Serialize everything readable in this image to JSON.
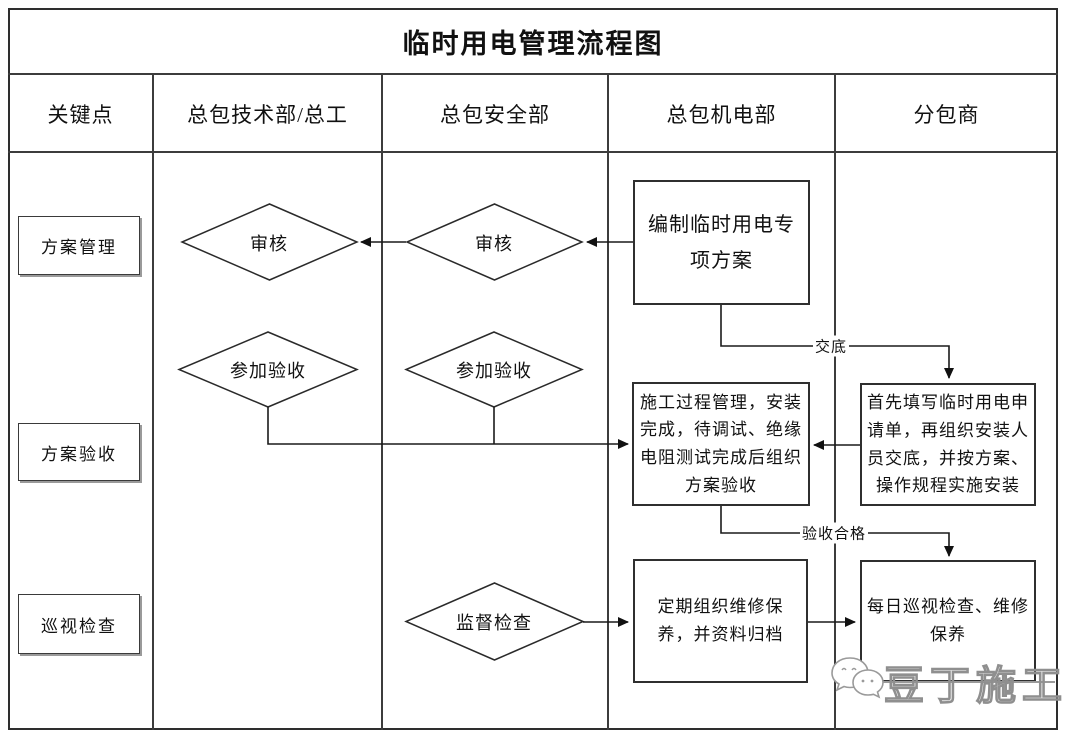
{
  "title": "临时用电管理流程图",
  "header": {
    "columns": [
      "关键点",
      "总包技术部/总工",
      "总包安全部",
      "总包机电部",
      "分包商"
    ]
  },
  "key_points": [
    {
      "label": "方案管理"
    },
    {
      "label": "方案验收"
    },
    {
      "label": "巡视检查"
    }
  ],
  "nodes": {
    "prepare_plan": "编制临时用电专项方案",
    "review_tech": "审核",
    "review_safety": "审核",
    "join_acceptance_tech": "参加验收",
    "join_acceptance_safety": "参加验收",
    "construction_process": "施工过程管理，安装完成，待调试、绝缘电阻测试完成后组织方案验收",
    "subcontractor_install": "首先填写临时用电申请单，再组织安装人员交底，并按方案、操作规程实施安装",
    "supervise_check": "监督检查",
    "periodic_maintenance": "定期组织维修保养，并资料归档",
    "daily_inspection": "每日巡视检查、维修保养"
  },
  "edge_labels": {
    "handover": "交底",
    "acceptance_passed": "验收合格"
  },
  "watermark": {
    "text": "豆丁施工"
  },
  "colors": {
    "background": "#ffffff",
    "grid_line": "#3c3c3c",
    "flow_line": "#1a1a1a",
    "text": "#111111",
    "watermark": "#8f8f8f"
  }
}
